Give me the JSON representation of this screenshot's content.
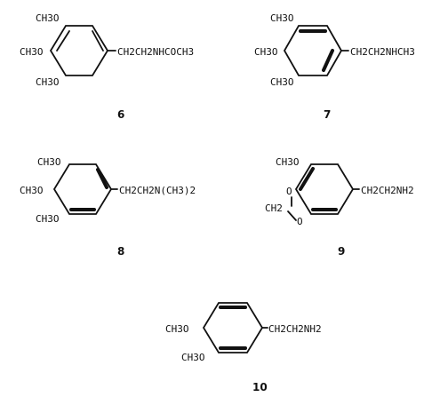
{
  "structures": [
    {
      "number": "6",
      "substituents": [
        "CH3O",
        "CH3O",
        "CH3O"
      ],
      "side_chain": "CH2CH2NHCOCH3"
    },
    {
      "number": "7",
      "substituents": [
        "CH3O",
        "CH3O",
        "CH3O"
      ],
      "side_chain": "CH2CH2NHCH3"
    },
    {
      "number": "8",
      "substituents": [
        "CH3O",
        "CH3O",
        "CH3O"
      ],
      "side_chain": "CH2CH2N(CH3)2"
    },
    {
      "number": "9",
      "substituents": [
        "CH3O",
        "O",
        "CH2",
        "O"
      ],
      "side_chain": "CH2CH2NH2"
    },
    {
      "number": "10",
      "substituents": [
        "CH3O",
        "CH3O"
      ],
      "side_chain": "CH2CH2NH2"
    }
  ]
}
